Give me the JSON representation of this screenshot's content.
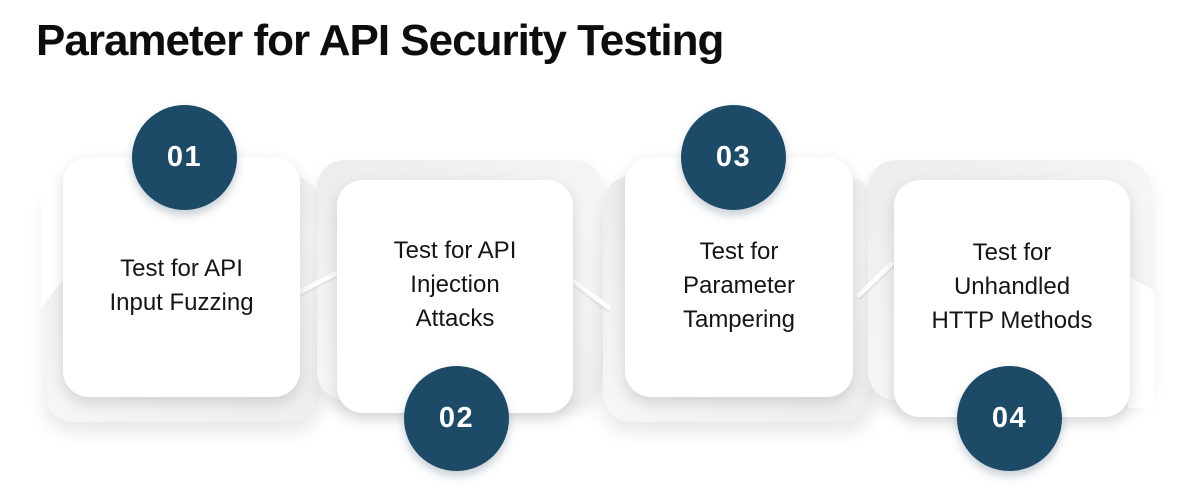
{
  "title": "Parameter for API Security Testing",
  "colors": {
    "accent": "#1d4a66",
    "card_background": "#ffffff",
    "ribbon": "#efeff1",
    "text": "#151515"
  },
  "steps": [
    {
      "number": "01",
      "badge_position": "top",
      "lines": [
        "Test for API",
        "Input Fuzzing"
      ]
    },
    {
      "number": "02",
      "badge_position": "bottom",
      "lines": [
        "Test for API",
        "Injection",
        "Attacks"
      ]
    },
    {
      "number": "03",
      "badge_position": "top",
      "lines": [
        "Test for",
        "Parameter",
        "Tampering"
      ]
    },
    {
      "number": "04",
      "badge_position": "bottom",
      "lines": [
        "Test for",
        "Unhandled",
        "HTTP Methods"
      ]
    }
  ]
}
